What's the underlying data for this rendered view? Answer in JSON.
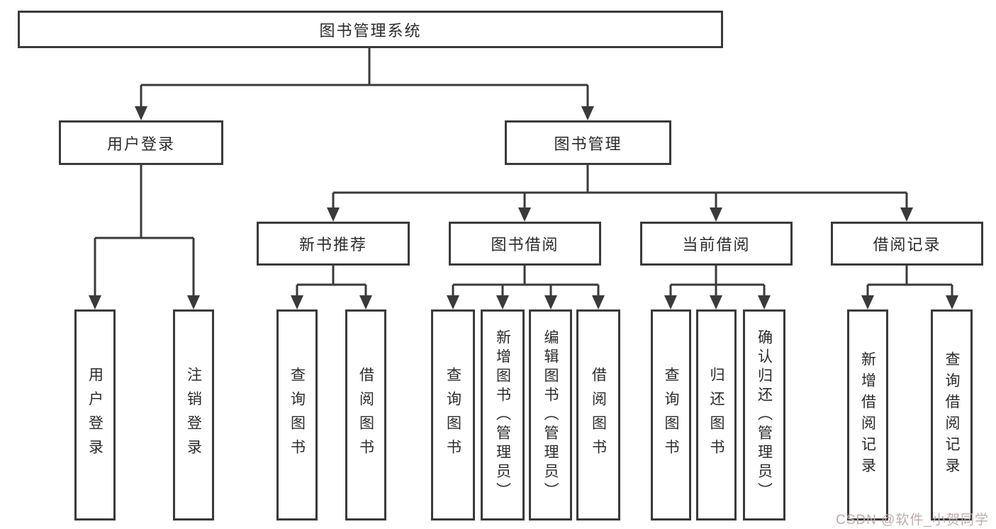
{
  "tree": {
    "root": "图书管理系统",
    "branches": [
      {
        "label": "用户登录",
        "children": [
          "用户登录",
          "注销登录"
        ]
      },
      {
        "label": "图书管理",
        "children": [
          {
            "label": "新书推荐",
            "children": [
              "查询图书",
              "借阅图书"
            ]
          },
          {
            "label": "图书借阅",
            "children": [
              "查询图书",
              "新增图书（管理员）",
              "编辑图书（管理员）",
              "借阅图书"
            ]
          },
          {
            "label": "当前借阅",
            "children": [
              "查询图书",
              "归还图书",
              "确认归还（管理员）"
            ]
          },
          {
            "label": "借阅记录",
            "children": [
              "新增借阅记录",
              "查询借阅记录"
            ]
          }
        ]
      }
    ]
  },
  "watermark": {
    "text": "CSDN @软件_小贺同学"
  },
  "colors": {
    "line": "#3a3a3a",
    "text": "#2b2b2b",
    "background": "#ffffff",
    "watermark": "#bfabab"
  }
}
